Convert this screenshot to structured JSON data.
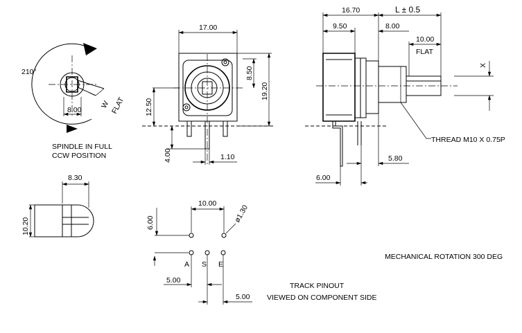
{
  "left_view": {
    "angle_label": "210°",
    "dim_width": "8.00",
    "dim_w": "W",
    "flat_label": "FLAT",
    "caption_line1": "SPINDLE IN FULL",
    "caption_line2": "CCW POSITION"
  },
  "end_view": {
    "dim_width": "8.30",
    "dim_height": "10.20"
  },
  "front_view": {
    "dim_width": "17.00",
    "dim_height_total": "19.20",
    "dim_height_upper": "8.50",
    "dim_center_height": "12.50",
    "dim_pin_length": "4.00",
    "dim_pin_width": "1.10"
  },
  "side_view": {
    "dim_overall": "16.70",
    "dim_L": "L ± 0.5",
    "dim_body": "9.50",
    "dim_bushing": "8.00",
    "dim_flat": "10.00",
    "flat_label": "FLAT",
    "x_label": "X",
    "thread_label": "THREAD M10 X 0.75P",
    "dim_pin_offset": "6.00",
    "dim_pin_spacing": "5.80"
  },
  "pinout": {
    "dim_pitch": "10.00",
    "dim_hole": "ø1.30",
    "dim_row_offset": "6.00",
    "pin_a": "A",
    "pin_s": "S",
    "pin_e": "E",
    "dim_as": "5.00",
    "dim_se": "5.00",
    "caption_line1": "TRACK PINOUT",
    "caption_line2": "VIEWED ON COMPONENT SIDE"
  },
  "notes": {
    "mechanical_rotation": "MECHANICAL ROTATION 300 DEG"
  }
}
